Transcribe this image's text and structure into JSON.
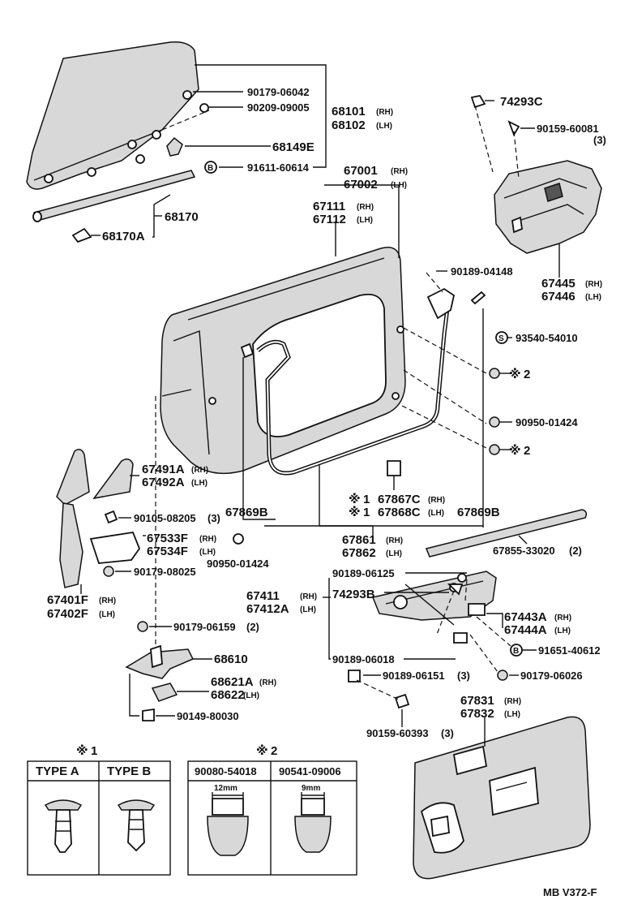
{
  "labels": {
    "p90179_06042": "90179-06042",
    "p90209_09005": "90209-09005",
    "p68101": "68101",
    "p68102": "68102",
    "p68149E": "68149E",
    "p91611_60614": "91611-60614",
    "p68170": "68170",
    "p68170A": "68170A",
    "p74293C": "74293C",
    "p90159_60081": "90159-60081",
    "q3a": "(3)",
    "p67001": "67001",
    "p67002": "67002",
    "p67111": "67111",
    "p67112": "67112",
    "p67445": "67445",
    "p67446": "67446",
    "p90189_04148": "90189-04148",
    "p93540_54010": "93540-54010",
    "p2a": "2",
    "p90950_01424a": "90950-01424",
    "p2b": "2",
    "p67491A": "67491A",
    "p67492A": "67492A",
    "p90105_08205": "90105-08205",
    "q3b": "(3)",
    "p67533F": "67533F",
    "p67534F": "67534F",
    "p90950_01424b": "90950-01424",
    "p90179_08025": "90179-08025",
    "p67401F": "67401F",
    "p67402F": "67402F",
    "p67869B_l": "67869B",
    "p67867C": "67867C",
    "p67868C": "67868C",
    "p67869B_r": "67869B",
    "n1a": "1",
    "n1b": "1",
    "p67861": "67861",
    "p67862": "67862",
    "p67855_33020": "67855-33020",
    "q2a": "(2)",
    "p90189_06125": "90189-06125",
    "p67411": "67411",
    "p67412A": "67412A",
    "p74293B": "74293B",
    "p67443A": "67443A",
    "p67444A": "67444A",
    "p91651_40612": "91651-40612",
    "p90189_06018": "90189-06018",
    "p90189_06151": "90189-06151",
    "q3c": "(3)",
    "p90179_06026": "90179-06026",
    "p90159_60393": "90159-60393",
    "q3d": "(3)",
    "p90179_06159": "90179-06159",
    "q2b": "(2)",
    "p68610": "68610",
    "p68621A": "68621A",
    "p68622": "68622",
    "p90149_80030": "90149-80030",
    "p67831": "67831",
    "p67832": "67832",
    "rh": "(RH)",
    "lh": "(LH)",
    "B": "B",
    "S": "S",
    "asterisk": "※",
    "t1_title": "1",
    "type_a": "TYPE  A",
    "type_b": "TYPE  B",
    "t2_title": "2",
    "t2_col1": "90080-54018",
    "t2_col2": "90541-09006",
    "dim12": "12mm",
    "dim9": "9mm",
    "code": "MB  V372-F"
  }
}
